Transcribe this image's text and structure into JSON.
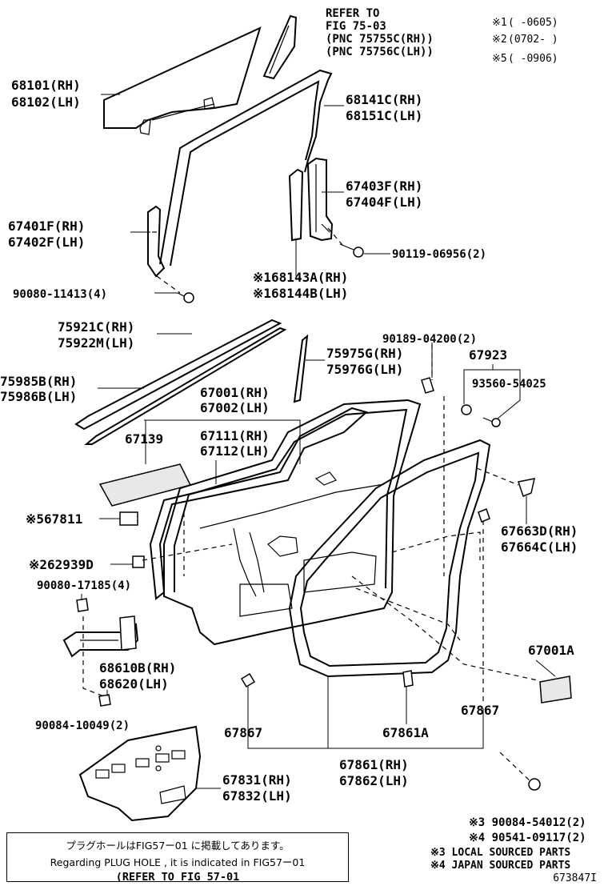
{
  "refer_header": {
    "line1": "REFER TO",
    "line2": "FIG 75-03",
    "line3": "(PNC 75755C(RH))",
    "line4": "(PNC 75756C(LH))"
  },
  "legend": {
    "items": [
      {
        "mark": "※1",
        "range": "(    -0605)"
      },
      {
        "mark": "※2",
        "range": "(0702-    )"
      },
      {
        "mark": "※5",
        "range": "(    -0906)"
      }
    ]
  },
  "labels": {
    "glass_rh": "68101(RH)",
    "glass_lh": "68102(LH)",
    "run_rh": "68141C(RH)",
    "run_lh": "68151C(LH)",
    "frame_rear_rh": "67403F(RH)",
    "frame_rear_lh": "67404F(LH)",
    "frame_front_rh": "67401F(RH)",
    "frame_front_lh": "67402F(LH)",
    "bolt_90119": "90119-06956(2)",
    "bolt_90080_11413": "90080-11413(4)",
    "run_lower_rh": "※168143A(RH)",
    "run_lower_lh": "※168144B(LH)",
    "molding_rh": "75921C(RH)",
    "molding_lh": "75922M(LH)",
    "molding2_rh": "75985B(RH)",
    "molding2_lh": "75986B(LH)",
    "clip_90189": "90189-04200(2)",
    "cap_67923": "67923",
    "molding3_rh": "75975G(RH)",
    "molding3_lh": "75976G(LH)",
    "screw_93560": "93560-54025",
    "door_rh": "67001(RH)",
    "door_lh": "67002(LH)",
    "panel_rh": "67111(RH)",
    "panel_lh": "67112(LH)",
    "pad_67139": "67139",
    "sheet_67811": "※567811",
    "bracket_rh": "67663D(RH)",
    "bracket_lh": "67664C(LH)",
    "plug_62939": "※262939D",
    "bolt_90080_17185": "90080-17185(4)",
    "check_rh": "68610B(RH)",
    "check_lh": "68620(LH)",
    "door_assy_67001a": "67001A",
    "bolt_90084_10049": "90084-10049(2)",
    "clip_67867_left": "67867",
    "clip_67861a": "67861A",
    "clip_67867_right": "67867",
    "weather_rh": "67861(RH)",
    "weather_lh": "67862(LH)",
    "cover_rh": "67831(RH)",
    "cover_lh": "67832(LH)",
    "nut_90084": "※3 90084-54012(2)",
    "nut_90541": "※4 90541-09117(2)",
    "note_local": "※3 LOCAL SOURCED PARTS",
    "note_japan": "※4 JAPAN SOURCED PARTS"
  },
  "note_box": {
    "line1": "プラグホールはFIG57ー01 に掲載してあります。",
    "line2": "Regarding PLUG HOLE , it is indicated in FIG57ー01",
    "line3": "(REFER TO FIG 57-01"
  },
  "figure_id": "673847I"
}
